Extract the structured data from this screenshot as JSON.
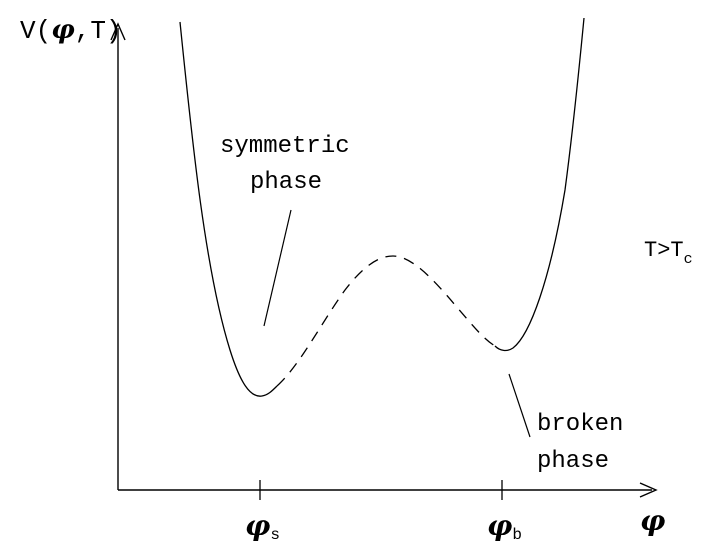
{
  "axes": {
    "y_label_prefix": "V(",
    "y_label_phi": "φ",
    "y_label_suffix": ",T)",
    "x_label": "φ"
  },
  "ticks": {
    "phi_s": {
      "symbol": "φ",
      "sub": "s"
    },
    "phi_b": {
      "symbol": "φ",
      "sub": "b"
    }
  },
  "condition": {
    "main": "T>T",
    "sub": "c"
  },
  "annotations": {
    "symmetric_line1": "symmetric",
    "symmetric_line2": "phase",
    "broken_line1": "broken",
    "broken_line2": "phase"
  },
  "colors": {
    "ink": "#000000",
    "background": "#ffffff"
  }
}
